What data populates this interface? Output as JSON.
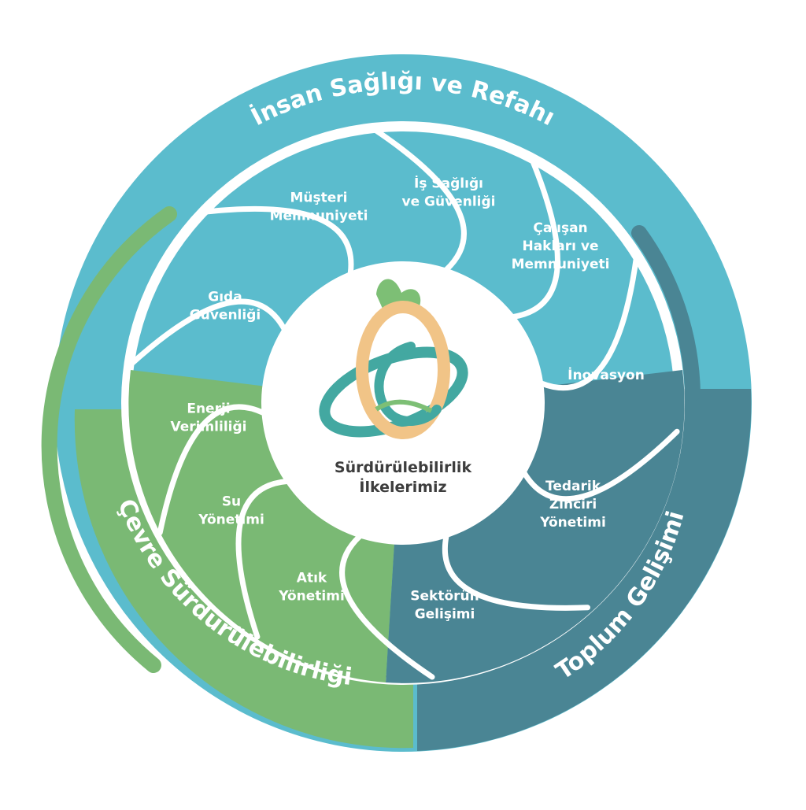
{
  "colors": {
    "human": "#5bbccd",
    "society": "#4a8594",
    "environment": "#7ab974",
    "white": "#ffffff",
    "center_text": "#3d3d3d",
    "logo_orange": "#f1c487",
    "logo_teal": "#43a8a1",
    "logo_green": "#7dbf75"
  },
  "center": {
    "title_line1": "Sürdürülebilirlik",
    "title_line2": "İlkelerimiz"
  },
  "ring_titles": {
    "human": "İnsan Sağlığı ve Refahı",
    "society": "Toplum Gelişimi",
    "environment": "Çevre Sürdürülebilirliği"
  },
  "segments": [
    {
      "group": "human",
      "lines": [
        "Müşteri",
        "Memnuniyeti"
      ]
    },
    {
      "group": "human",
      "lines": [
        "İş Sağlığı",
        "ve Güvenliği"
      ]
    },
    {
      "group": "human",
      "lines": [
        "Çalışan",
        "Hakları ve",
        "Memnuniyeti"
      ]
    },
    {
      "group": "human",
      "lines": [
        "İnovasyon"
      ]
    },
    {
      "group": "society",
      "lines": [
        "Tedarik",
        "Zinciri",
        "Yönetimi"
      ]
    },
    {
      "group": "society",
      "lines": [
        "Sektörün",
        "Gelişimi"
      ]
    },
    {
      "group": "environment",
      "lines": [
        "Atık",
        "Yönetimi"
      ]
    },
    {
      "group": "environment",
      "lines": [
        "Su",
        "Yönetimi"
      ]
    },
    {
      "group": "environment",
      "lines": [
        "Enerji",
        "Verimliliği"
      ]
    },
    {
      "group": "human",
      "lines": [
        "Gıda",
        "Güvenliği"
      ]
    }
  ]
}
